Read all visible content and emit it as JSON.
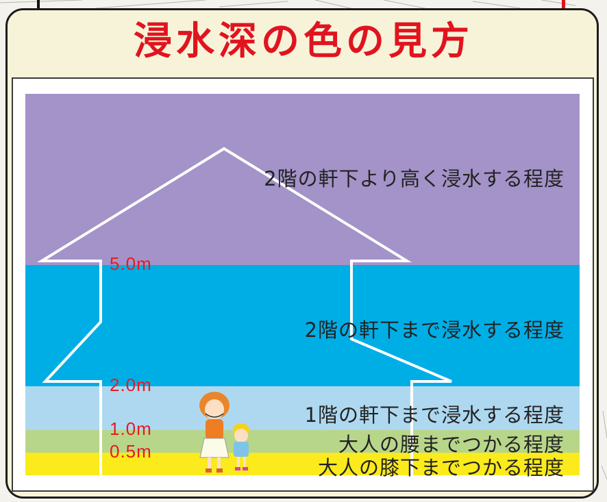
{
  "title": "浸水深の色の見方",
  "levels": [
    {
      "label": "2階の軒下より高く浸水する程度",
      "color": "#a393c8"
    },
    {
      "label": "2階の軒下まで浸水する程度",
      "color": "#00aee6"
    },
    {
      "label": "1階の軒下まで浸水する程度",
      "color": "#aed8f0"
    },
    {
      "label": "大人の腰までつかる程度",
      "color": "#b8d68a"
    },
    {
      "label": "大人の膝下までつかる程度",
      "color": "#fbea1c"
    }
  ],
  "depth_markers": [
    "5.0m",
    "2.0m",
    "1.0m",
    "0.5m"
  ],
  "colors": {
    "title": "#e0141f",
    "depth_text": "#e51b23"
  }
}
